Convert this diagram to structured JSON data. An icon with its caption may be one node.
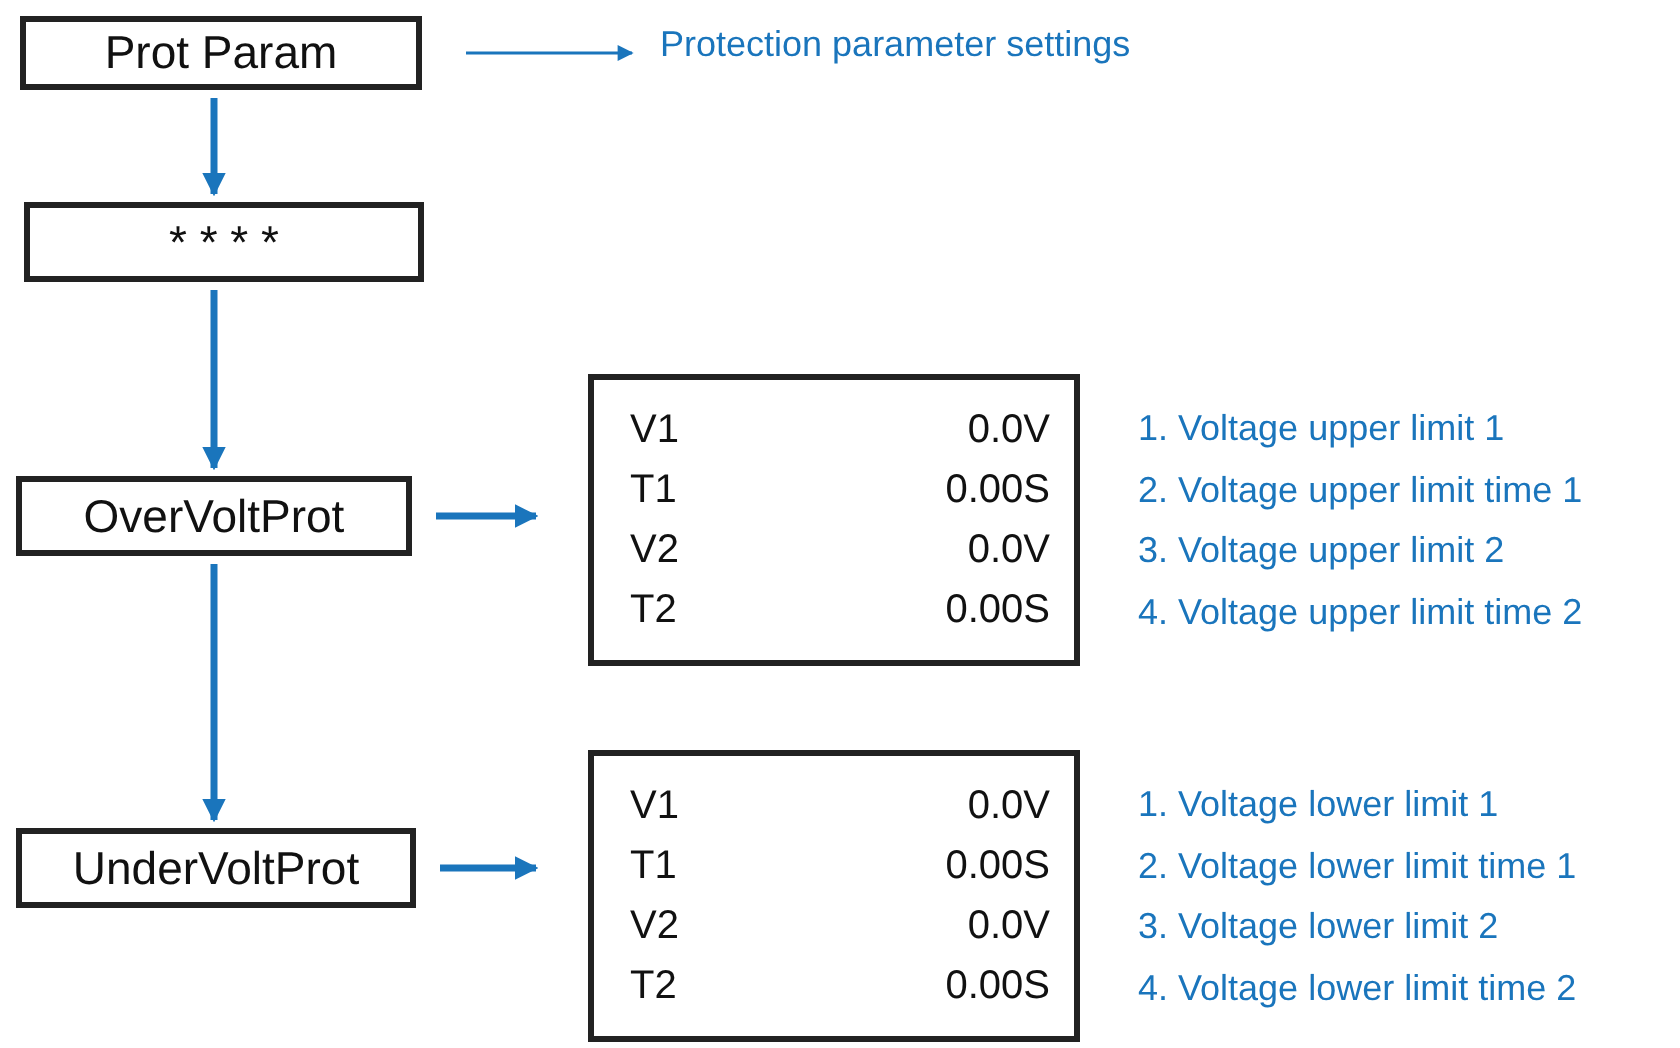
{
  "diagram": {
    "nodes": [
      {
        "text": [
          "Prot Param"
        ]
      },
      {
        "text": [
          "Protection parameter settings"
        ]
      },
      {
        "text": [
          "* * * *"
        ]
      },
      {
        "text": [
          "OverVoltProt"
        ]
      },
      {
        "text": [
          "V1",
          "0.0V",
          "T1",
          "0.00S",
          "V2",
          "0.0V",
          "T2",
          "0.00S"
        ],
        "beside": [
          "1. Voltage upper limit 1",
          "2. Voltage upper limit time 1",
          "3. Voltage upper limit 2",
          "4. Voltage upper limit time 2"
        ]
      },
      {
        "text": [
          "UnderVoltProt"
        ]
      },
      {
        "text": [
          "V1",
          "0.0V",
          "T1",
          "0.00S",
          "V2",
          "0.0V",
          "T2",
          "0.00S"
        ],
        "beside": [
          "1. Voltage lower limit 1",
          "2. Voltage lower limit time 1",
          "3. Voltage lower limit 2",
          "4. Voltage lower limit time 2"
        ]
      }
    ],
    "edges": [
      {
        "from": 0,
        "to": 1,
        "arrow": "to"
      },
      {
        "from": 0,
        "to": 2,
        "arrow": "to"
      },
      {
        "from": 2,
        "to": 3,
        "arrow": "to"
      },
      {
        "from": 3,
        "to": 4,
        "arrow": "to"
      },
      {
        "from": 3,
        "to": 5,
        "arrow": "to"
      },
      {
        "from": 5,
        "to": 6,
        "arrow": "to"
      }
    ]
  }
}
